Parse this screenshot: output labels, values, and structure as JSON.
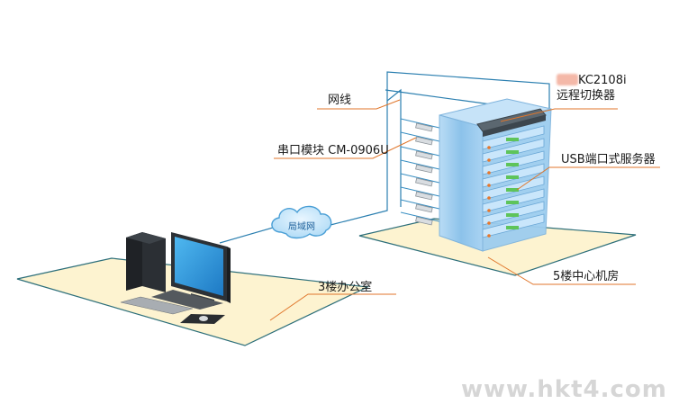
{
  "labels": {
    "network_cable": "网线",
    "serial_module": "串口模块 CM-0906U",
    "lan_cloud": "局域网",
    "kvm_model_suffix": "KC2108i",
    "kvm_name": "远程切换器",
    "usb_server": "USB端口式服务器",
    "office": "3楼办公室",
    "machine_room": "5楼中心机房"
  },
  "watermark": "www.hkt4.com",
  "colors": {
    "floor_fill": "#fdf3d0",
    "floor_stroke": "#2d6f7a",
    "cable": "#2b7fb0",
    "leader": "#e0762b",
    "rack_blue": "#8fc3ea"
  }
}
